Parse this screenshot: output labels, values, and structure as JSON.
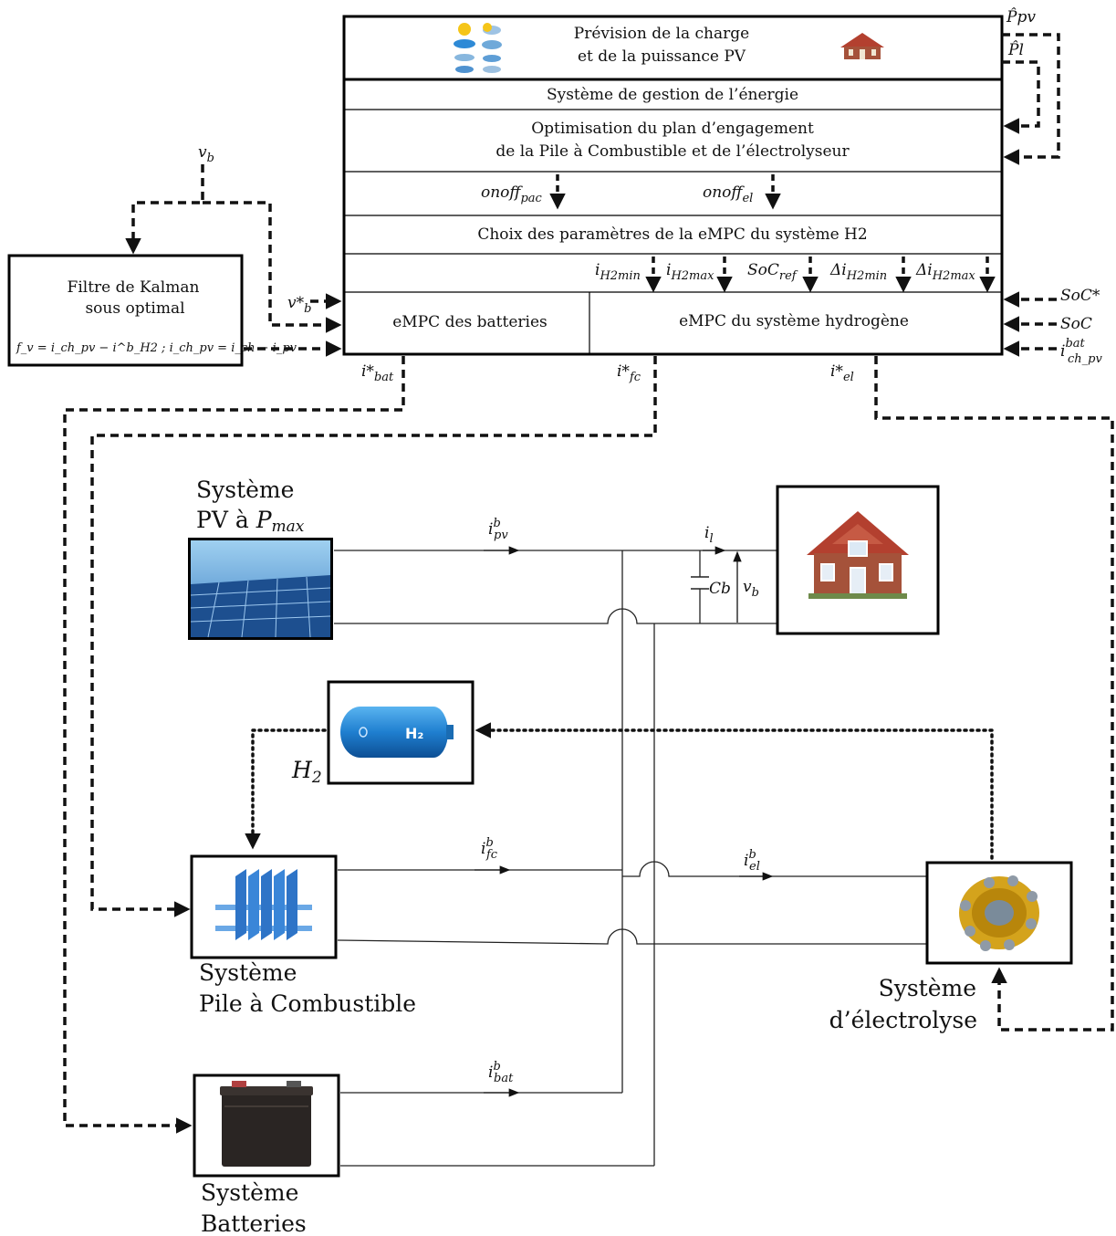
{
  "ems": {
    "forecast_line1": "Prévision de la charge",
    "forecast_line2": "et de la puissance PV",
    "title": "Système de gestion de l’énergie",
    "optim_line1": "Optimisation du plan d’engagement",
    "optim_line2": "de la Pile à Combustible et de l’électrolyseur",
    "onoff_pac": "onoff",
    "onoff_pac_sub": "pac",
    "onoff_el": "onoff",
    "onoff_el_sub": "el",
    "choix": "Choix des paramètres de la eMPC du système H2",
    "param_imin": "i",
    "param_imin_sub": "H2min",
    "param_imax": "i",
    "param_imax_sub": "H2max",
    "param_socref": "SoC",
    "param_socref_sub": "ref",
    "param_dimin": "Δi",
    "param_dimin_sub": "H2min",
    "param_dimax": "Δi",
    "param_dimax_sub": "H2max",
    "empc_bat": "eMPC des batteries",
    "empc_h2": "eMPC du système hydrogène"
  },
  "kalman": {
    "line1": "Filtre de Kalman",
    "line2": "sous optimal",
    "formula": "f_v = i_ch_pv − i^b_H2 ; i_ch_pv = i_ch − i_pv"
  },
  "signals": {
    "vb": "v",
    "vb_sub": "b",
    "vb_star": "v*",
    "vb_star_sub": "b",
    "ppv": "P̂pv",
    "pl": "P̂l",
    "soc_star": "SoC*",
    "soc": "SoC",
    "ich_bat": "i",
    "ich_bat_sup": "bat",
    "ich_bat_sub": "ch_pv",
    "ibat_star": "i*",
    "ibat_star_sub": "bat",
    "ifc_star": "i*",
    "ifc_star_sub": "fc",
    "iel_star": "i*",
    "iel_star_sub": "el"
  },
  "circuit": {
    "pv_line1": "Système",
    "pv_line2": "PV à ",
    "pv_pmax": "P",
    "pv_pmax_sub": "max",
    "ipv": "i",
    "ipv_sup": "b",
    "ipv_sub": "pv",
    "il": "i",
    "il_sub": "l",
    "cb": "Cb",
    "vb": "v",
    "vb_sub": "b",
    "h2": "H",
    "h2_sub": "2",
    "tank_label": "H₂",
    "ifc": "i",
    "ifc_sup": "b",
    "ifc_sub": "fc",
    "iel": "i",
    "iel_sup": "b",
    "iel_sub": "el",
    "fc_line1": "Système",
    "fc_line2": "Pile à Combustible",
    "el_line1": "Système",
    "el_line2": "d’électrolyse",
    "ibat": "i",
    "ibat_sup": "b",
    "ibat_sub": "bat",
    "bat_line1": "Système",
    "bat_line2": "Batteries"
  },
  "colors": {
    "pv_panel": "#1d4f8f",
    "house_roof": "#b3402f",
    "house_wall": "#a5523a",
    "tank": "#1f7fd0",
    "fuel_cell": "#3a86d8",
    "electrolyser": "#d4a31c",
    "battery": "#2a2523"
  }
}
